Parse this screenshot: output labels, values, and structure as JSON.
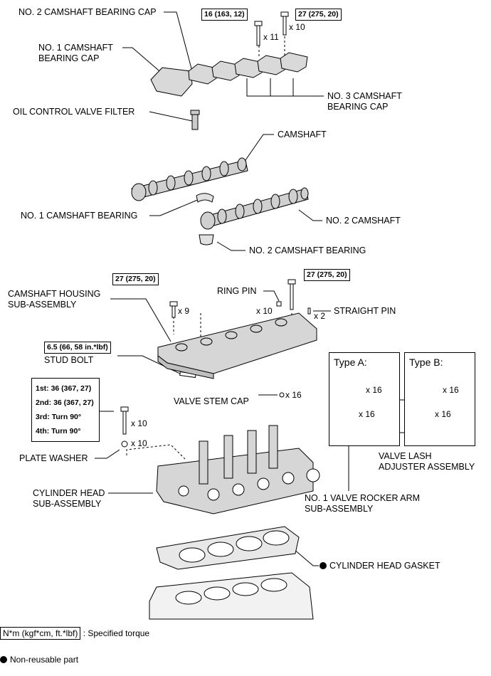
{
  "labels": {
    "no2_bearing_cap": "NO. 2 CAMSHAFT BEARING CAP",
    "no1_bearing_cap": [
      "NO. 1 CAMSHAFT",
      "BEARING CAP"
    ],
    "no3_bearing_cap": [
      "NO. 3 CAMSHAFT",
      "BEARING CAP"
    ],
    "ocv_filter": "OIL CONTROL VALVE FILTER",
    "camshaft": "CAMSHAFT",
    "no1_bearing": "NO. 1 CAMSHAFT BEARING",
    "no2_camshaft": "NO. 2 CAMSHAFT",
    "no2_bearing": "NO. 2 CAMSHAFT BEARING",
    "housing": [
      "CAMSHAFT HOUSING",
      "SUB-ASSEMBLY"
    ],
    "ring_pin": "RING PIN",
    "straight_pin": "STRAIGHT PIN",
    "stud_bolt": "STUD BOLT",
    "valve_stem_cap": "VALVE STEM CAP",
    "plate_washer": "PLATE WASHER",
    "lash_adjuster": [
      "VALVE LASH",
      "ADJUSTER ASSEMBLY"
    ],
    "cylinder_head": [
      "CYLINDER HEAD",
      "SUB-ASSEMBLY"
    ],
    "rocker_arm": [
      "NO. 1 VALVE ROCKER ARM",
      "SUB-ASSEMBLY"
    ],
    "gasket": "CYLINDER HEAD GASKET"
  },
  "torques": {
    "cap_bolt_small": "16 (163, 12)",
    "cap_bolt_large": "27 (275, 20)",
    "housing_bolt_left": "27 (275, 20)",
    "housing_bolt_right": "27 (275, 20)",
    "stud_bolt": "6.5 (66, 58 in.*lbf)",
    "head_bolt_steps": [
      "1st: 36 (367, 27)",
      "2nd: 36 (367, 27)",
      "3rd: Turn 90°",
      "4th: Turn 90°"
    ]
  },
  "counts": {
    "cap_bolt_small": "x 11",
    "cap_bolt_large": "x 10",
    "housing_bolt_left": "x 9",
    "ring_pin": "x 10",
    "straight_pin": "x 2",
    "valve_stem_cap": "x 16",
    "head_bolt": "x 10",
    "plate_washer": "x 10",
    "type_a_rocker": "x 16",
    "type_a_lash": "x 16",
    "type_b_rocker": "x 16",
    "type_b_lash": "x 16"
  },
  "types": {
    "a": "Type A:",
    "b": "Type B:"
  },
  "legend": {
    "torque_box": "N*m (kgf*cm, ft.*lbf)",
    "torque_desc": ": Specified torque",
    "non_reusable": "Non-reusable part"
  }
}
